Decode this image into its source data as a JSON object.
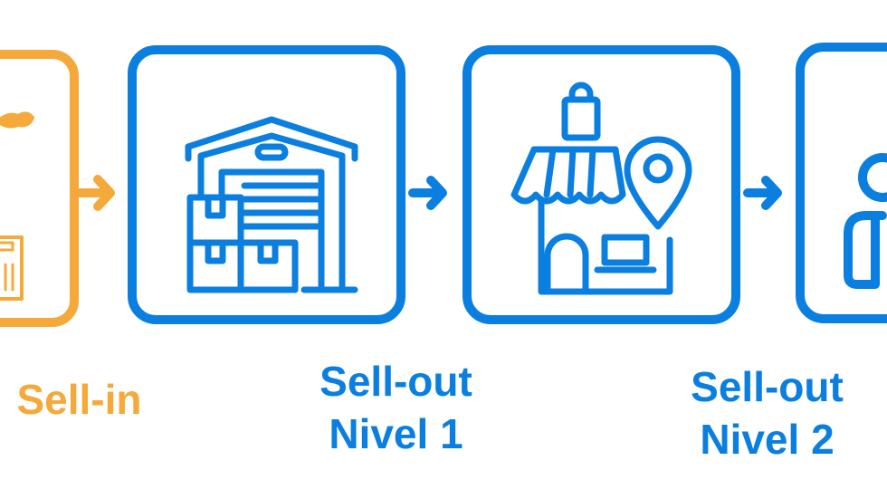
{
  "colors": {
    "sell_in": "#F5A93A",
    "sell_out": "#0A7FE0"
  },
  "stages": [
    {
      "label_line1": "Sell-in",
      "icon": "factory-calculator-icon"
    },
    {
      "label_line1": "Sell-out",
      "label_line2": "Nivel 1",
      "icon": "warehouse-icon"
    },
    {
      "label_line1": "Sell-out",
      "label_line2": "Nivel 2",
      "icon": "store-location-icon"
    },
    {
      "icon": "person-icon"
    }
  ]
}
